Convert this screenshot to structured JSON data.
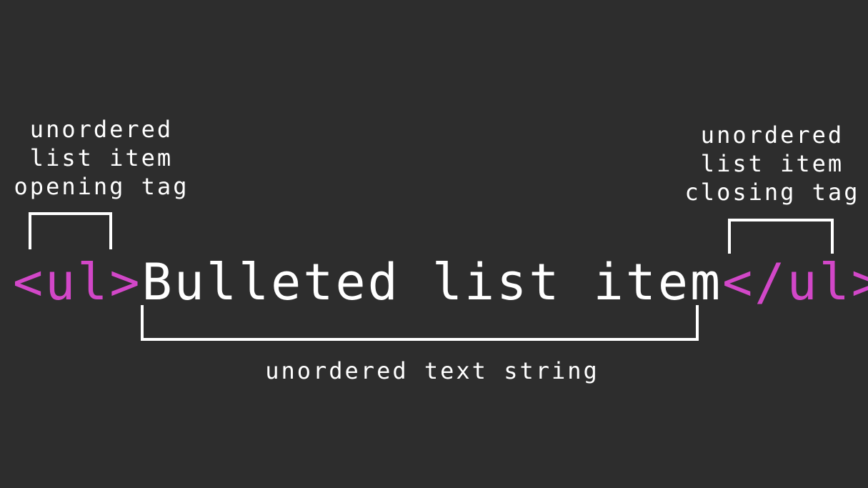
{
  "labels": {
    "opening": [
      "unordered",
      "list item",
      "opening tag"
    ],
    "closing": [
      "unordered",
      "list item",
      "closing tag"
    ],
    "content": "unordered text string"
  },
  "code": {
    "opening_tag": "<ul>",
    "text": "Bulleted list item",
    "closing_tag": "</ul>"
  },
  "colors": {
    "background": "#2d2d2d",
    "tag": "#d247c8",
    "text": "#ffffff"
  }
}
